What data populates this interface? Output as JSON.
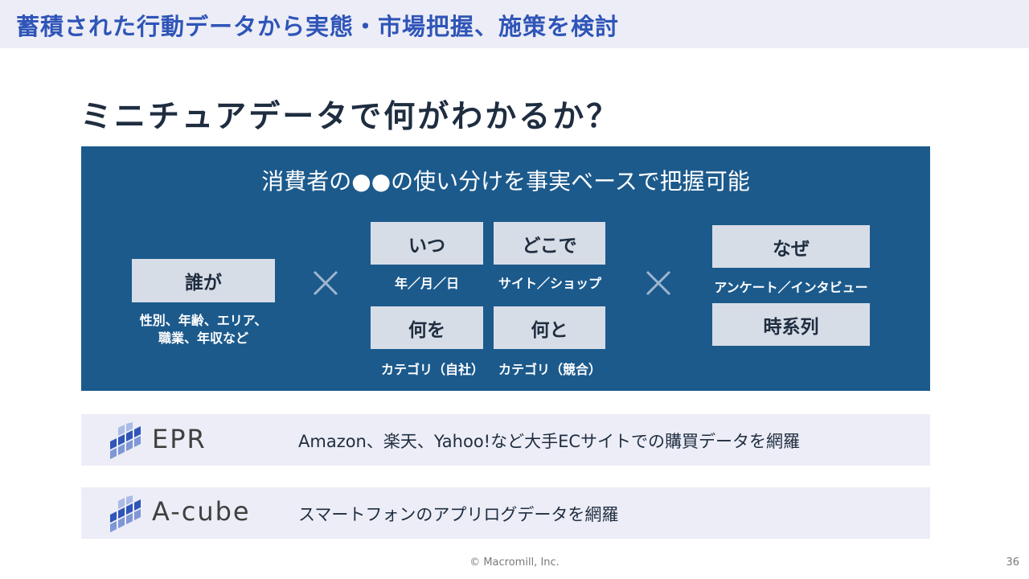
{
  "header": {
    "title": "蓄積された行動データから実態・市場把握、施策を検討"
  },
  "heading": "ミニチュアデータで何がわかるか？",
  "panel": {
    "headline": "消費者の●●の使い分けを事実ベースで把握可能",
    "who": {
      "label": "誰が",
      "caption_line1": "性別、年齢、エリア、",
      "caption_line2": "職業、年収など"
    },
    "when": {
      "label": "いつ",
      "caption": "年／月／日"
    },
    "where": {
      "label": "どこで",
      "caption": "サイト／ショップ"
    },
    "what": {
      "label": "何を",
      "caption": "カテゴリ（自社）"
    },
    "with_what": {
      "label": "何と",
      "caption": "カテゴリ（競合）"
    },
    "why": {
      "label": "なぜ",
      "caption": "アンケート／インタビュー"
    },
    "time_series": {
      "label": "時系列"
    },
    "times_icon": "multiply-icon"
  },
  "products": [
    {
      "logo_icon": "epr-logo-icon",
      "name": "EPR",
      "description": "Amazon、楽天、Yahoo!など大手ECサイトでの購買データを網羅"
    },
    {
      "logo_icon": "acube-logo-icon",
      "name": "A-cube",
      "description": "スマートフォンのアプリログデータを網羅"
    }
  ],
  "footer": {
    "copyright": "© Macromill, Inc.",
    "page_number": "36"
  },
  "colors": {
    "panel": "#1c5a8c",
    "cell": "#d7dde6",
    "title": "#2f55b8",
    "band": "#ecedf6"
  }
}
